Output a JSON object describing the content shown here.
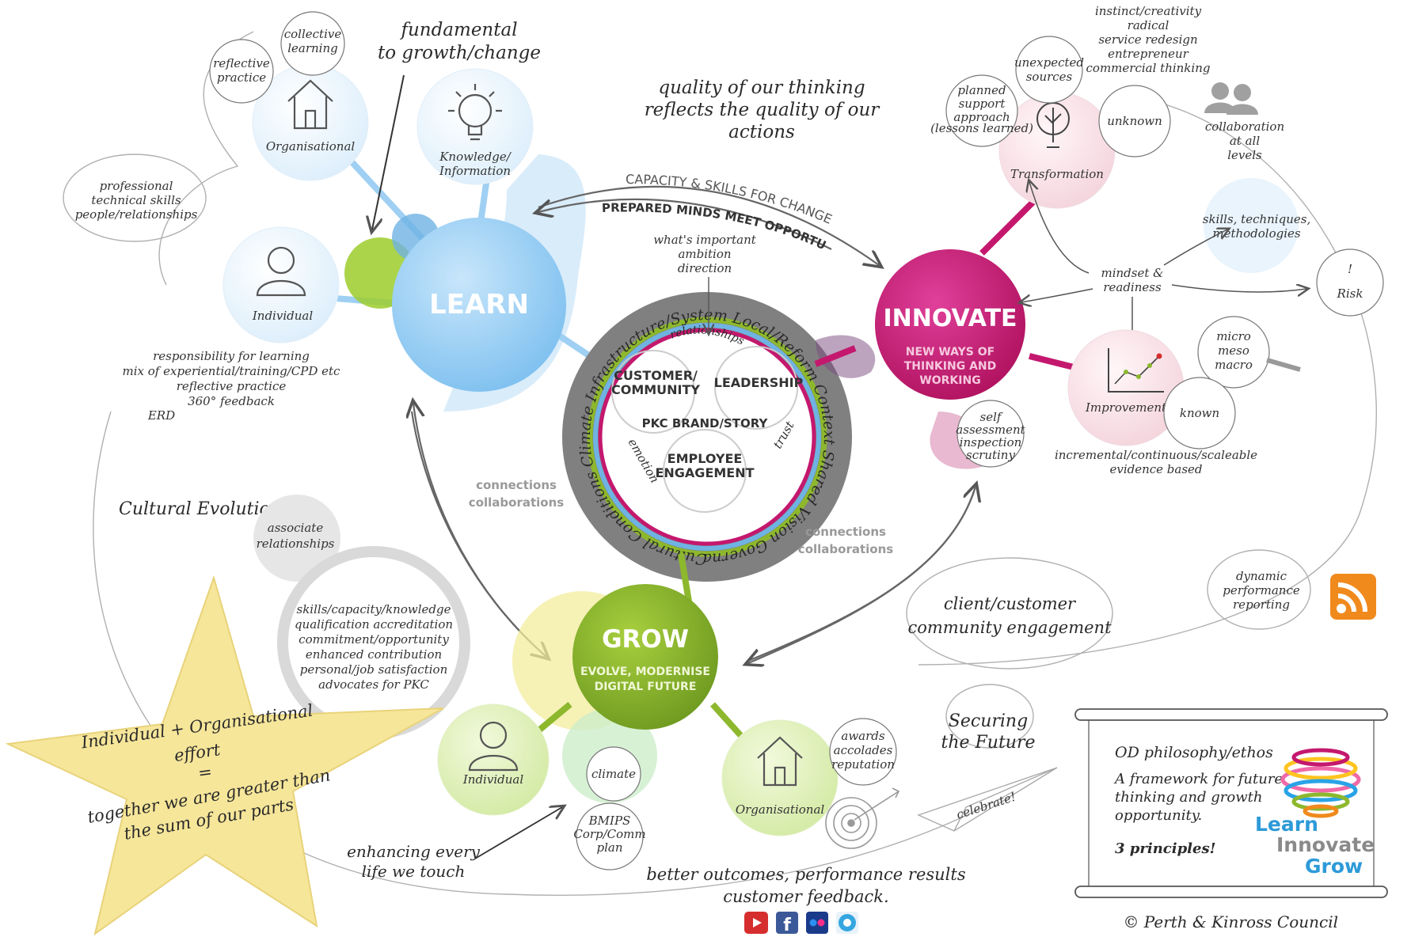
{
  "core": {
    "learn": "LEARN",
    "innovate": "INNOVATE",
    "innovate_sub": [
      "NEW WAYS OF",
      "THINKING AND",
      "WORKING"
    ],
    "grow": "GROW",
    "grow_sub": [
      "EVOLVE, MODERNISE",
      "DIGITAL FUTURE"
    ]
  },
  "hub": {
    "ring_text": "Cultural Conditions  Climate  Infrastructure/System  Local/Reform Context  Shared Vision  Governance",
    "customer": [
      "CUSTOMER/",
      "COMMUNITY"
    ],
    "leadership": "LEADERSHIP",
    "brand": "PKC BRAND/STORY",
    "employee": [
      "EMPLOYEE",
      "ENGAGEMENT"
    ],
    "relationships": "relationships",
    "emotion": "emotion",
    "trust": "trust",
    "above": [
      "what's important",
      "ambition",
      "direction"
    ]
  },
  "arrows": {
    "capacity": "CAPACITY & SKILLS FOR CHANGE",
    "prepared": "PREPARED MINDS MEET OPPORTUNITY",
    "connections_left": [
      "connections",
      "collaborations"
    ],
    "connections_right": [
      "connections",
      "collaborations"
    ]
  },
  "learn_side": {
    "organisational": "Organisational",
    "knowledge": [
      "Knowledge/",
      "Information"
    ],
    "individual": "Individual",
    "collective": [
      "collective",
      "learning"
    ],
    "reflective": [
      "reflective",
      "practice"
    ],
    "professional": [
      "professional",
      "technical skills",
      "people/relationships"
    ],
    "fundamental": [
      "fundamental",
      "to growth/change"
    ],
    "responsibility": [
      "responsibility for learning",
      "mix of experiential/training/CPD etc",
      "reflective practice",
      "360° feedback",
      "ERD"
    ]
  },
  "innovate_side": {
    "quality": [
      "quality of our thinking",
      "reflects the quality of our",
      "actions"
    ],
    "instinct": [
      "instinct/creativity",
      "radical",
      "service redesign",
      "entrepreneur",
      "commercial thinking"
    ],
    "unexpected": [
      "unexpected",
      "sources"
    ],
    "planned": [
      "planned",
      "support",
      "approach",
      "(lessons learned)"
    ],
    "unknown": "unknown",
    "transformation": "Transformation",
    "collaboration": [
      "collaboration",
      "at all",
      "levels"
    ],
    "skills": [
      "skills, techniques,",
      "methodologies"
    ],
    "mindset": [
      "mindset &",
      "readiness"
    ],
    "risk": "Risk",
    "risk_mark": "!",
    "micro": [
      "micro",
      "meso",
      "macro"
    ],
    "improvement": "Improvement",
    "known": "known",
    "self": [
      "self",
      "assessment",
      "inspection",
      "scrutiny"
    ],
    "incremental": [
      "incremental/continuous/scaleable",
      "evidence based"
    ],
    "dynamic": [
      "dynamic",
      "performance",
      "reporting"
    ],
    "client": [
      "client/customer",
      "community engagement"
    ]
  },
  "grow_side": {
    "cultural_evolution": "Cultural Evolution",
    "associate": [
      "associate",
      "relationships"
    ],
    "skills_list": [
      "skills/capacity/knowledge",
      "qualification accreditation",
      "commitment/opportunity",
      "enhanced contribution",
      "personal/job satisfaction",
      "advocates for PKC"
    ],
    "star": [
      "Individual + Organisational",
      "effort",
      "=",
      "together we are greater than",
      "the sum of our parts"
    ],
    "individual": "Individual",
    "climate": "climate",
    "bmips": [
      "BMIPS",
      "Corp/Comm",
      "plan"
    ],
    "organisational": "Organisational",
    "awards": [
      "awards",
      "accolades",
      "reputation"
    ],
    "securing": [
      "Securing",
      "the Future"
    ],
    "celebrate": "celebrate!",
    "enhancing": [
      "enhancing every",
      "life we touch"
    ],
    "better": [
      "better outcomes, performance results",
      "customer feedback."
    ]
  },
  "scroll": {
    "line1": "OD philosophy/ethos",
    "line2": [
      "A framework for future",
      "thinking and growth",
      "opportunity."
    ],
    "principles": "3 principles!",
    "logo": [
      "Learn",
      "Innovate",
      "Grow"
    ]
  },
  "footer": {
    "copyright": "© Perth & Kinross Council"
  },
  "colors": {
    "learn": "#8fcaf2",
    "innovate": "#c4186e",
    "grow": "#8db82d",
    "hub_ring": "#7f7f7f",
    "star": "#f6e69a",
    "rss": "#f08a1d"
  },
  "icons": [
    "house-icon",
    "lightbulb-icon",
    "person-icon",
    "tree-icon",
    "chart-icon",
    "target-icon",
    "paper-plane-icon",
    "people-icon",
    "rss-icon",
    "youtube-icon",
    "facebook-icon",
    "flickr-icon",
    "twitter-icon"
  ]
}
